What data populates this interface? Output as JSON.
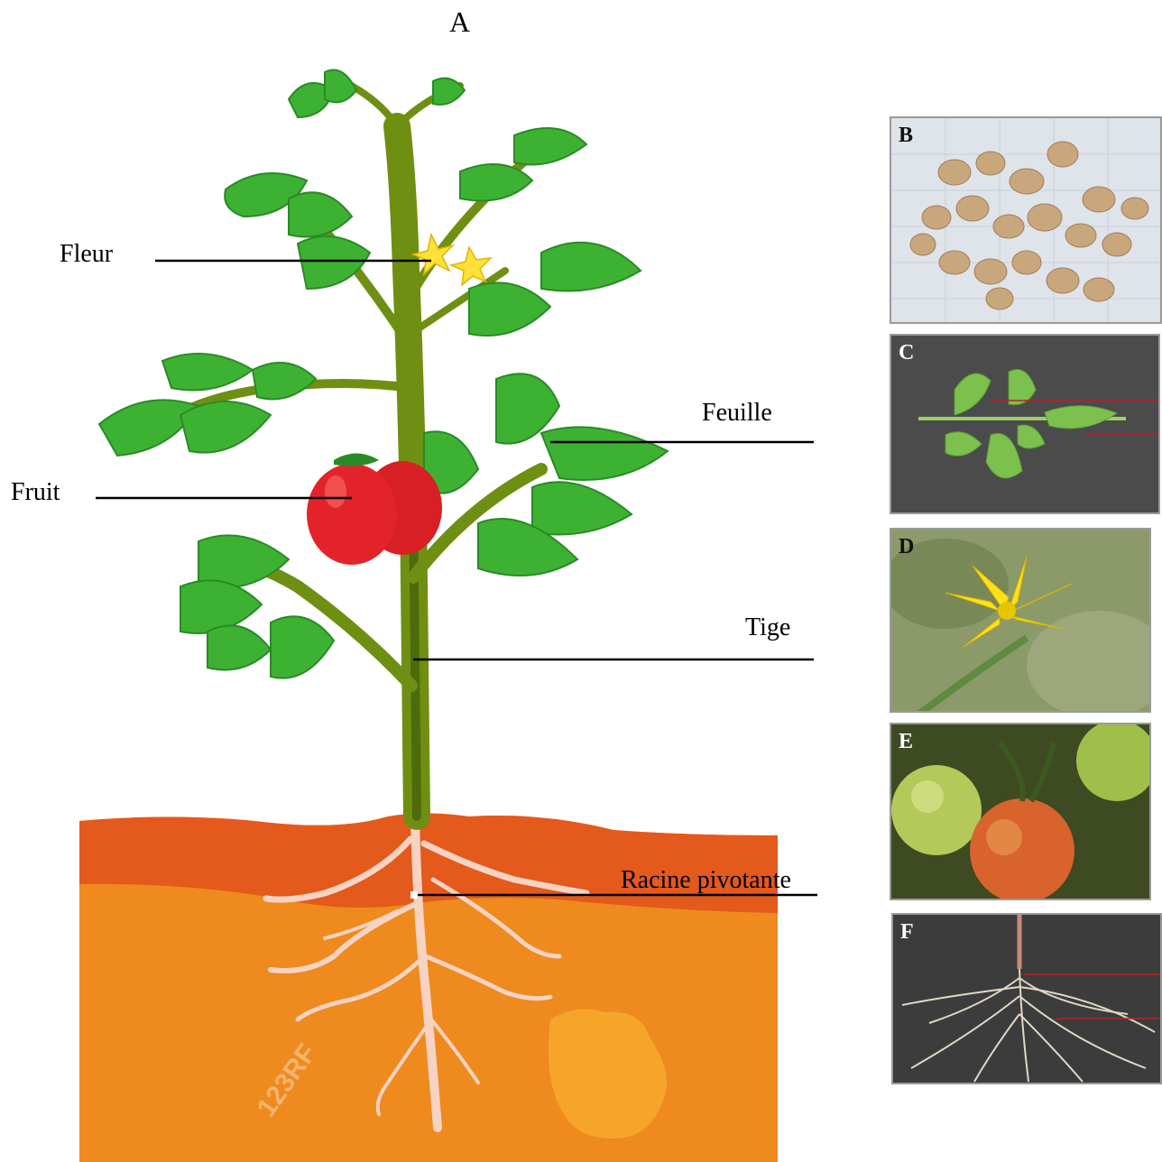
{
  "panel_a": {
    "title": "A",
    "labels": {
      "flower": "Fleur",
      "leaf": "Feuille",
      "fruit": "Fruit",
      "stem": "Tige",
      "taproot": "Racine pivotante"
    }
  },
  "photos": [
    {
      "tag": "B",
      "subject": "seeds"
    },
    {
      "tag": "C",
      "subject": "compound-leaf"
    },
    {
      "tag": "D",
      "subject": "flower"
    },
    {
      "tag": "E",
      "subject": "fruits"
    },
    {
      "tag": "F",
      "subject": "root-system"
    }
  ],
  "watermark": "123RF",
  "colors": {
    "leaf": "#3db232",
    "leaf_dark": "#2a8a26",
    "stem": "#6f8f12",
    "stem_dark": "#4f6a0c",
    "tomato": "#e2242a",
    "soil_top": "#e4591c",
    "soil": "#ee8a1e",
    "root": "#f8d3c3",
    "flower": "#ffe13a"
  }
}
